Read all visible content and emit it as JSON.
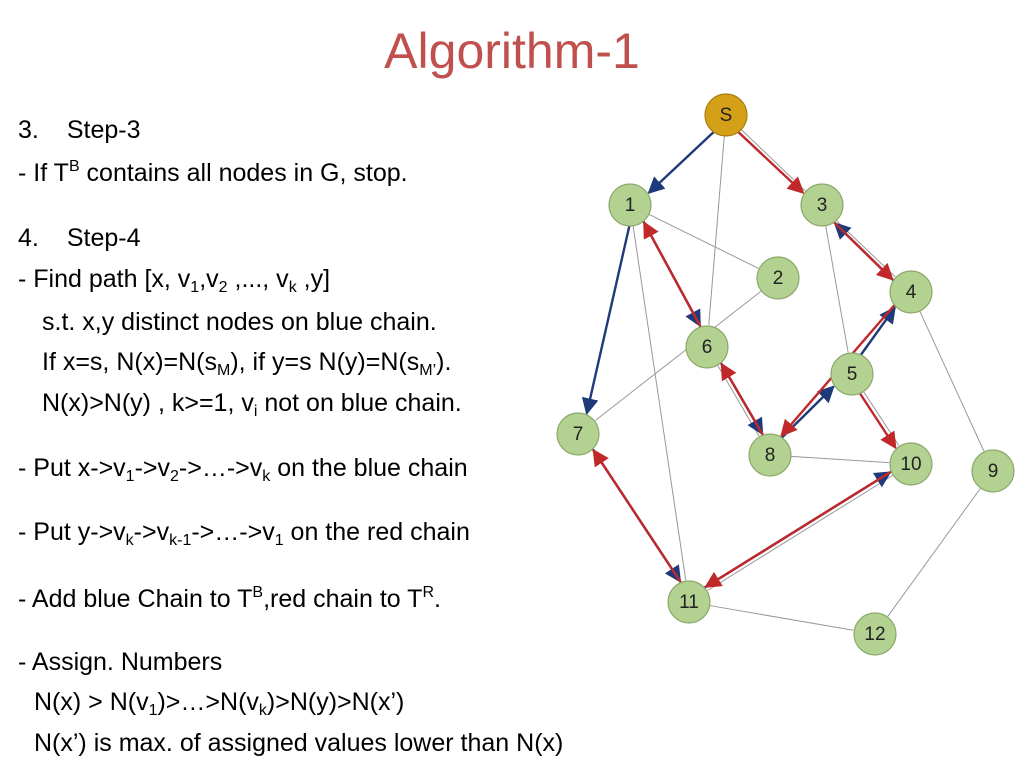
{
  "title": "Algorithm-1",
  "text": {
    "step3": {
      "num": "3.",
      "label": "Step-3"
    },
    "stop": {
      "a": "- If T",
      "sup": "B",
      "b": " contains all nodes in G, stop."
    },
    "step4": {
      "num": "4.",
      "label": "Step-4"
    },
    "find": {
      "a": "- Find  path [x, v",
      "s1": "1",
      "b": ",v",
      "s2": "2",
      "c": " ,..., v",
      "sk": "k",
      "d": " ,y]"
    },
    "st": "s.t. x,y distinct nodes on blue chain.",
    "ifx": {
      "a": "If x=s, N(x)=N(s",
      "s1": "M",
      "b": "), if y=s N(y)=N(s",
      "s2": "M’",
      "c": ")."
    },
    "nxny": {
      "a": "N(x)>N(y) , k>=1, v",
      "si": "i",
      "b": " not on blue chain."
    },
    "putx": {
      "a": "- Put x->v",
      "s1": "1",
      "b": "->v",
      "s2": "2",
      "c": "->…->v",
      "sk": "k",
      "d": "  on the blue chain"
    },
    "puty": {
      "a": "- Put y->v",
      "sk": "k",
      "b": "->v",
      "sk1": "k-1",
      "c": "->…->v",
      "s1": "1",
      "d": " on the red chain"
    },
    "add": {
      "a": "- Add blue Chain to T",
      "supB": "B",
      "b": ",red chain to T",
      "supR": "R",
      "c": "."
    },
    "assign": "- Assign. Numbers",
    "order": {
      "a": "N(x) > N(v",
      "s1": "1",
      "b": ")>…>N(v",
      "sk": "k",
      "c": ")>N(y)>N(x’)"
    },
    "maxline": "N(x’) is max. of assigned values lower than N(x)"
  },
  "graph": {
    "colors": {
      "node_fill": "#b3d190",
      "node_stroke": "#8aa86a",
      "source_fill": "#d4a017",
      "blue": "#1f3a7a",
      "red": "#c0282a",
      "gray": "#999999"
    },
    "nodes": [
      {
        "id": "S",
        "label": "S"
      },
      {
        "id": "1",
        "label": "1"
      },
      {
        "id": "2",
        "label": "2"
      },
      {
        "id": "3",
        "label": "3"
      },
      {
        "id": "4",
        "label": "4"
      },
      {
        "id": "5",
        "label": "5"
      },
      {
        "id": "6",
        "label": "6"
      },
      {
        "id": "7",
        "label": "7"
      },
      {
        "id": "8",
        "label": "8"
      },
      {
        "id": "9",
        "label": "9"
      },
      {
        "id": "10",
        "label": "10"
      },
      {
        "id": "11",
        "label": "11"
      },
      {
        "id": "12",
        "label": "12"
      }
    ],
    "edges": [
      {
        "from": "S",
        "to": "1",
        "kind": "blue"
      },
      {
        "from": "S",
        "to": "3",
        "kind": "red"
      },
      {
        "from": "1",
        "to": "6",
        "kind": "blue"
      },
      {
        "from": "6",
        "to": "8",
        "kind": "blue"
      },
      {
        "from": "8",
        "to": "5",
        "kind": "blue"
      },
      {
        "from": "5",
        "to": "4",
        "kind": "blue"
      },
      {
        "from": "4",
        "to": "3",
        "kind": "blue"
      },
      {
        "from": "1",
        "to": "7",
        "kind": "blue"
      },
      {
        "from": "7",
        "to": "11",
        "kind": "blue"
      },
      {
        "from": "11",
        "to": "10",
        "kind": "blue"
      },
      {
        "from": "3",
        "to": "4",
        "kind": "red"
      },
      {
        "from": "4",
        "to": "8",
        "kind": "red"
      },
      {
        "from": "8",
        "to": "6",
        "kind": "red"
      },
      {
        "from": "6",
        "to": "1",
        "kind": "red"
      },
      {
        "from": "5",
        "to": "10",
        "kind": "red"
      },
      {
        "from": "10",
        "to": "11",
        "kind": "red"
      },
      {
        "from": "11",
        "to": "7",
        "kind": "red"
      },
      {
        "from": "S",
        "to": "4",
        "kind": "gray"
      },
      {
        "from": "S",
        "to": "6",
        "kind": "gray"
      },
      {
        "from": "1",
        "to": "2",
        "kind": "gray"
      },
      {
        "from": "1",
        "to": "11",
        "kind": "gray"
      },
      {
        "from": "2",
        "to": "7",
        "kind": "gray"
      },
      {
        "from": "3",
        "to": "5",
        "kind": "gray"
      },
      {
        "from": "4",
        "to": "9",
        "kind": "gray"
      },
      {
        "from": "5",
        "to": "10",
        "kind": "gray"
      },
      {
        "from": "10",
        "to": "11",
        "kind": "gray"
      },
      {
        "from": "11",
        "to": "12",
        "kind": "gray"
      },
      {
        "from": "9",
        "to": "12",
        "kind": "gray"
      },
      {
        "from": "6",
        "to": "8",
        "kind": "gray"
      },
      {
        "from": "8",
        "to": "10",
        "kind": "gray"
      }
    ]
  }
}
